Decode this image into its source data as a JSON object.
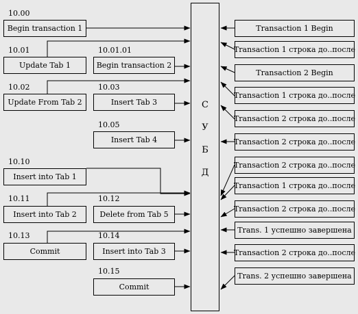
{
  "dbms": {
    "letters": [
      "С",
      "У",
      "Б",
      "Д"
    ]
  },
  "left_column": [
    {
      "time": "10.00",
      "label": "Begin transaction 1"
    },
    {
      "time": "10.01",
      "label": "Update Tab 1"
    },
    {
      "time": "10.02",
      "label": "Update From Tab 2"
    },
    {
      "time": "10.10",
      "label": "Insert into Tab 1"
    },
    {
      "time": "10.11",
      "label": "Insert into Tab 2"
    },
    {
      "time": "10.13",
      "label": "Commit"
    }
  ],
  "middle_column": [
    {
      "time": "10.01.01",
      "label": "Begin transaction 2"
    },
    {
      "time": "10.03",
      "label": "Insert Tab 3"
    },
    {
      "time": "10.05",
      "label": "Insert Tab 4"
    },
    {
      "time": "10.12",
      "label": "Delete from Tab 5"
    },
    {
      "time": "10.14",
      "label": "Insert into Tab 3"
    },
    {
      "time": "10.15",
      "label": "Commit"
    }
  ],
  "right_column": [
    "Transaction 1 Begin",
    "Transaction 1 строка до..после",
    "Transaction 2 Begin",
    "Transaction 1 строка до..после",
    "Transaction 2 строка до..после",
    "Transaction 2 строка до..после",
    "Transaction 2 строка до..после",
    "Transaction 1 строка до..после",
    "Transaction 2 строка до..после",
    "Trans. 1 успешно завершена",
    "Transaction 2 строка до..после",
    "Trans. 2 успешно завершена"
  ]
}
